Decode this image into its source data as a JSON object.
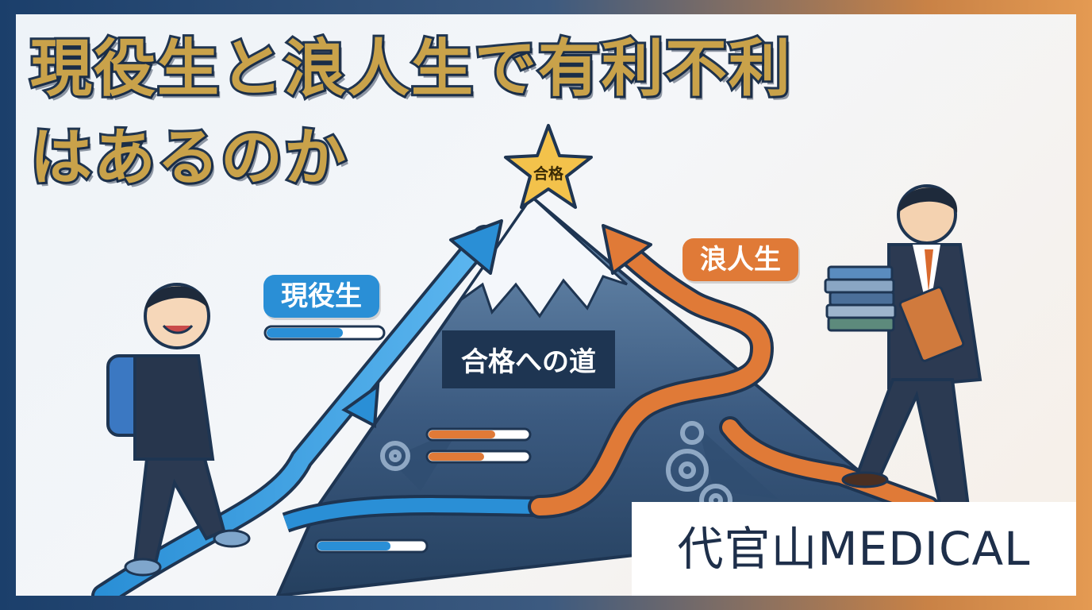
{
  "title": {
    "line1": "現役生と浪人生で有利不利",
    "line2": "はあるのか"
  },
  "goal_label": "合格",
  "labels": {
    "current_student": "現役生",
    "ronin_student": "浪人生",
    "road": "合格への道"
  },
  "brand": "代官山MEDICAL",
  "colors": {
    "title_gold": "#c9a24a",
    "navy": "#1e3552",
    "blue_arrow": "#2a8fd6",
    "orange_arrow": "#e07a37",
    "frame_left": "#1b3f6b",
    "frame_right": "#e49a52"
  },
  "icons": [
    "star-icon",
    "gear-icon",
    "books-icon"
  ]
}
